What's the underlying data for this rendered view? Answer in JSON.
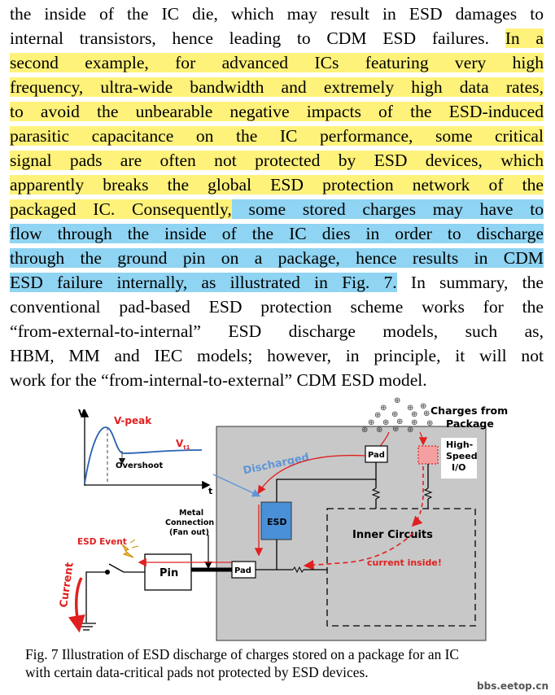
{
  "paragraph": {
    "lines": [
      [
        {
          "t": "the inside of the IC die, which may result in ESD damages to",
          "h": ""
        }
      ],
      [
        {
          "t": "internal transistors, hence leading to CDM ESD failures. ",
          "h": ""
        },
        {
          "t": "In a",
          "h": "y"
        }
      ],
      [
        {
          "t": "second example, for advanced ICs featuring very high",
          "h": "y"
        }
      ],
      [
        {
          "t": "frequency, ultra-wide bandwidth and extremely high data rates,",
          "h": "y"
        }
      ],
      [
        {
          "t": "to avoid the unbearable negative impacts of the ESD-induced",
          "h": "y"
        }
      ],
      [
        {
          "t": "parasitic capacitance on the IC performance, some critical",
          "h": "y"
        }
      ],
      [
        {
          "t": "signal pads are often not protected by ESD devices, which",
          "h": "y"
        }
      ],
      [
        {
          "t": "apparently breaks the global ESD protection network of the",
          "h": "y"
        }
      ],
      [
        {
          "t": "packaged IC. Consequently,",
          "h": "y"
        },
        {
          "t": " some stored charges may have to",
          "h": "b"
        }
      ],
      [
        {
          "t": "flow through the inside of the IC dies in order to discharge",
          "h": "b"
        }
      ],
      [
        {
          "t": "through the ground pin on a package, hence results in CDM",
          "h": "b"
        }
      ],
      [
        {
          "t": "ESD failure internally, as illustrated in Fig. 7.",
          "h": "b"
        },
        {
          "t": " In summary, the",
          "h": ""
        }
      ],
      [
        {
          "t": "conventional pad-based ESD protection scheme works for the",
          "h": ""
        }
      ],
      [
        {
          "t": "“from-external-to-internal” ESD discharge models, such as,",
          "h": ""
        }
      ],
      [
        {
          "t": "HBM, MM and IEC models; however, in principle, it will not",
          "h": ""
        }
      ],
      [
        {
          "t": "work for the “from-internal-to-external” CDM ESD model.",
          "h": ""
        }
      ]
    ]
  },
  "figure": {
    "waveform": {
      "y_axis": "V",
      "x_axis": "t",
      "peak_label": "V-peak",
      "level_label": "V",
      "level_sub": "t1",
      "overshoot_label": "Overshoot"
    },
    "charges_label": [
      "Charges from",
      "Package"
    ],
    "charge_symbol": "⊕",
    "discharged_label": "Discharged",
    "pad_label": "Pad",
    "io_label": [
      "High-",
      "Speed",
      "I/O"
    ],
    "esd_label": "ESD",
    "inner_label": "Inner Circuits",
    "current_inside_label": "current inside!",
    "metal_label": [
      "Metal",
      "Connection",
      "(Fan out)"
    ],
    "esd_event_label": "ESD Event",
    "pin_label": "Pin",
    "current_label": "Current",
    "colors": {
      "red": "#e02020",
      "blue": "#5f95d6",
      "die": "#c8c8c8",
      "esd": "#4a90d9"
    }
  },
  "caption": {
    "lines": [
      "Fig. 7 Illustration of ESD discharge of charges stored on a package for an IC",
      "with certain data-critical pads not protected by ESD devices."
    ]
  },
  "watermark": "bbs.eetop.cn"
}
